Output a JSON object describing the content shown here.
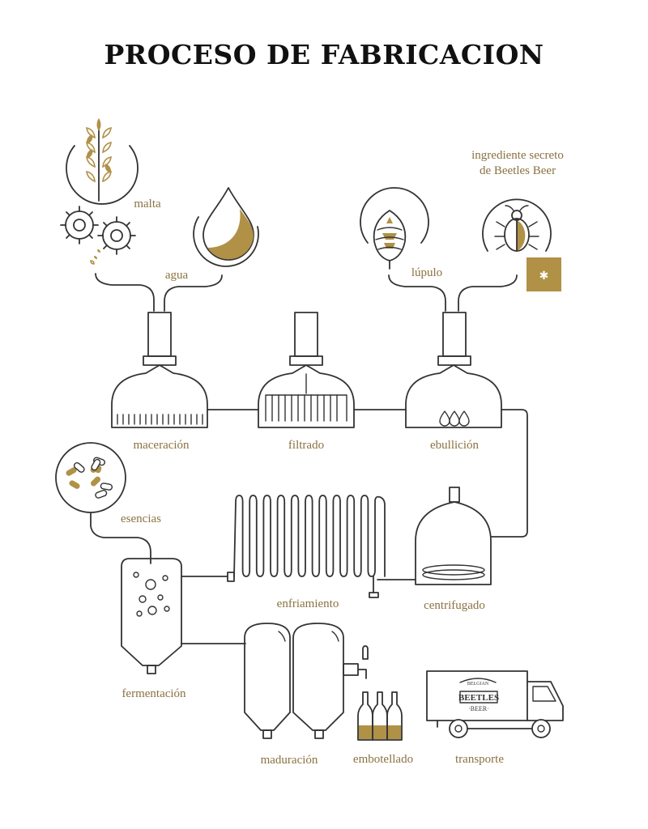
{
  "title": "PROCESO DE FABRICACION",
  "colors": {
    "accent": "#b09146",
    "line": "#333333",
    "text": "#8a7242"
  },
  "labels": {
    "malta": "malta",
    "agua": "agua",
    "lupulo": "lúpulo",
    "ingrediente": "ingrediente secreto de Beetles Beer",
    "maceracion": "maceración",
    "filtrado": "filtrado",
    "ebullicion": "ebullición",
    "esencias": "esencias",
    "centrifugado": "centrifugado",
    "enfriamiento": "enfriamiento",
    "fermentacion": "fermentación",
    "maduracion": "maduración",
    "embotellado": "embotellado",
    "transporte": "transporte"
  },
  "truck_logo": {
    "top": "BELGIAN",
    "brand": "BEETLES",
    "bottom": "·BEER·"
  },
  "secret_mark": "✱"
}
